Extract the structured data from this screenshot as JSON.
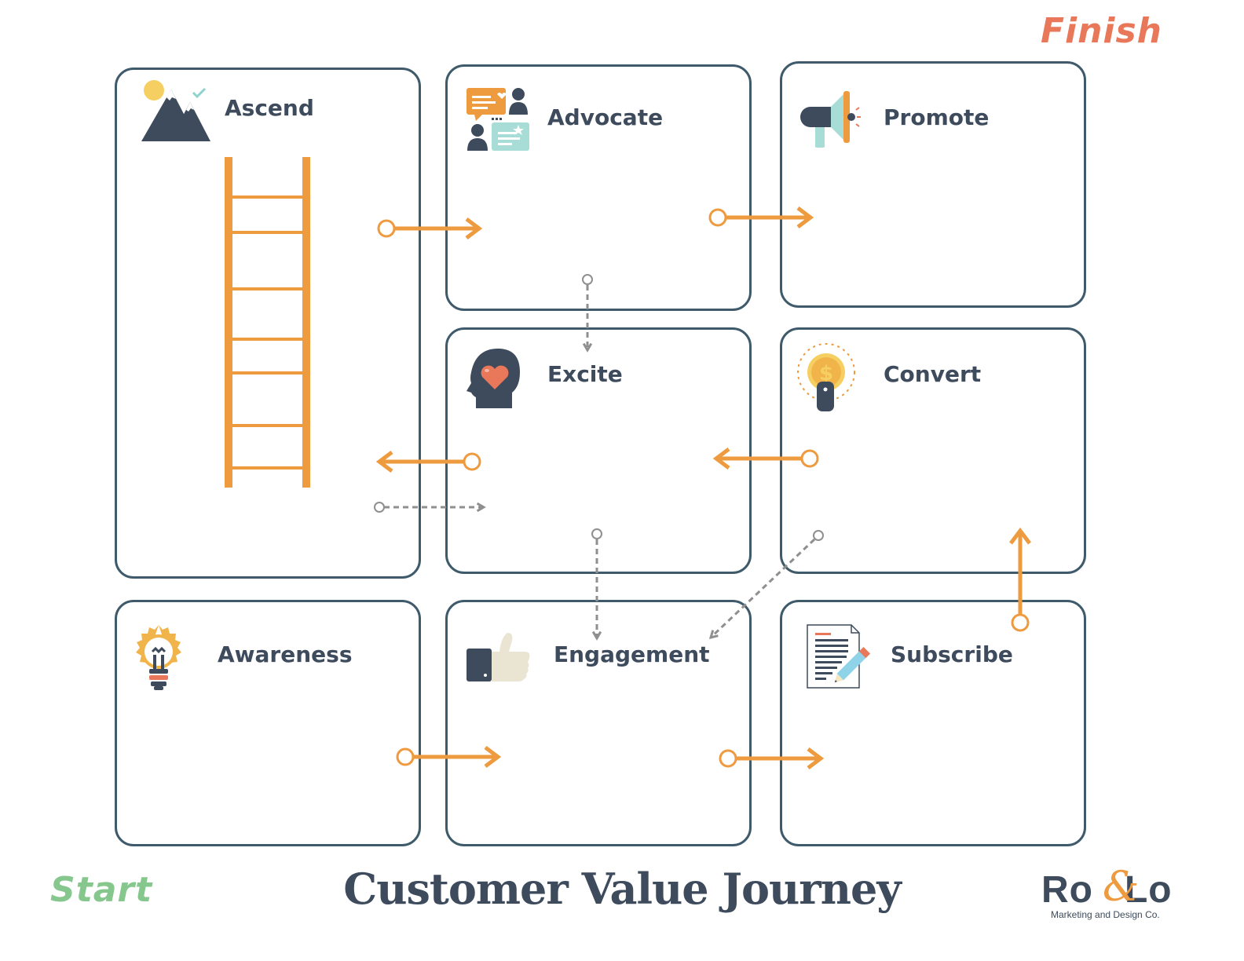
{
  "header": {
    "finish_label": "Finish"
  },
  "footer": {
    "start_label": "Start",
    "title": "Customer Value Journey",
    "logo": {
      "left": "Ro",
      "amp": "&",
      "right": "Lo",
      "tagline": "Marketing and Design Co."
    }
  },
  "stages": {
    "ascend": {
      "label": "Ascend",
      "icon": "mountains-icon"
    },
    "advocate": {
      "label": "Advocate",
      "icon": "chat-people-icon"
    },
    "promote": {
      "label": "Promote",
      "icon": "megaphone-icon"
    },
    "excite": {
      "label": "Excite",
      "icon": "head-heart-icon"
    },
    "convert": {
      "label": "Convert",
      "icon": "coin-button-icon"
    },
    "awareness": {
      "label": "Awareness",
      "icon": "lightbulb-icon"
    },
    "engagement": {
      "label": "Engagement",
      "icon": "thumbs-up-icon"
    },
    "subscribe": {
      "label": "Subscribe",
      "icon": "document-pencil-icon"
    }
  },
  "flow": {
    "solid": [
      [
        "awareness",
        "engagement"
      ],
      [
        "engagement",
        "subscribe"
      ],
      [
        "subscribe",
        "convert"
      ],
      [
        "convert",
        "excite"
      ],
      [
        "excite",
        "ascend"
      ],
      [
        "ascend",
        "advocate"
      ],
      [
        "advocate",
        "promote"
      ]
    ],
    "dashed": [
      [
        "advocate",
        "excite"
      ],
      [
        "excite",
        "engagement"
      ],
      [
        "convert",
        "engagement"
      ],
      [
        "ascend",
        "excite"
      ]
    ]
  },
  "colors": {
    "border": "#3e5a6b",
    "text": "#3d4b5c",
    "arrow": "#ee9a3e",
    "dashed_arrow": "#8f8f8f",
    "finish": "#e9785a",
    "start": "#86c78e",
    "ladder": "#ee9a3e"
  }
}
